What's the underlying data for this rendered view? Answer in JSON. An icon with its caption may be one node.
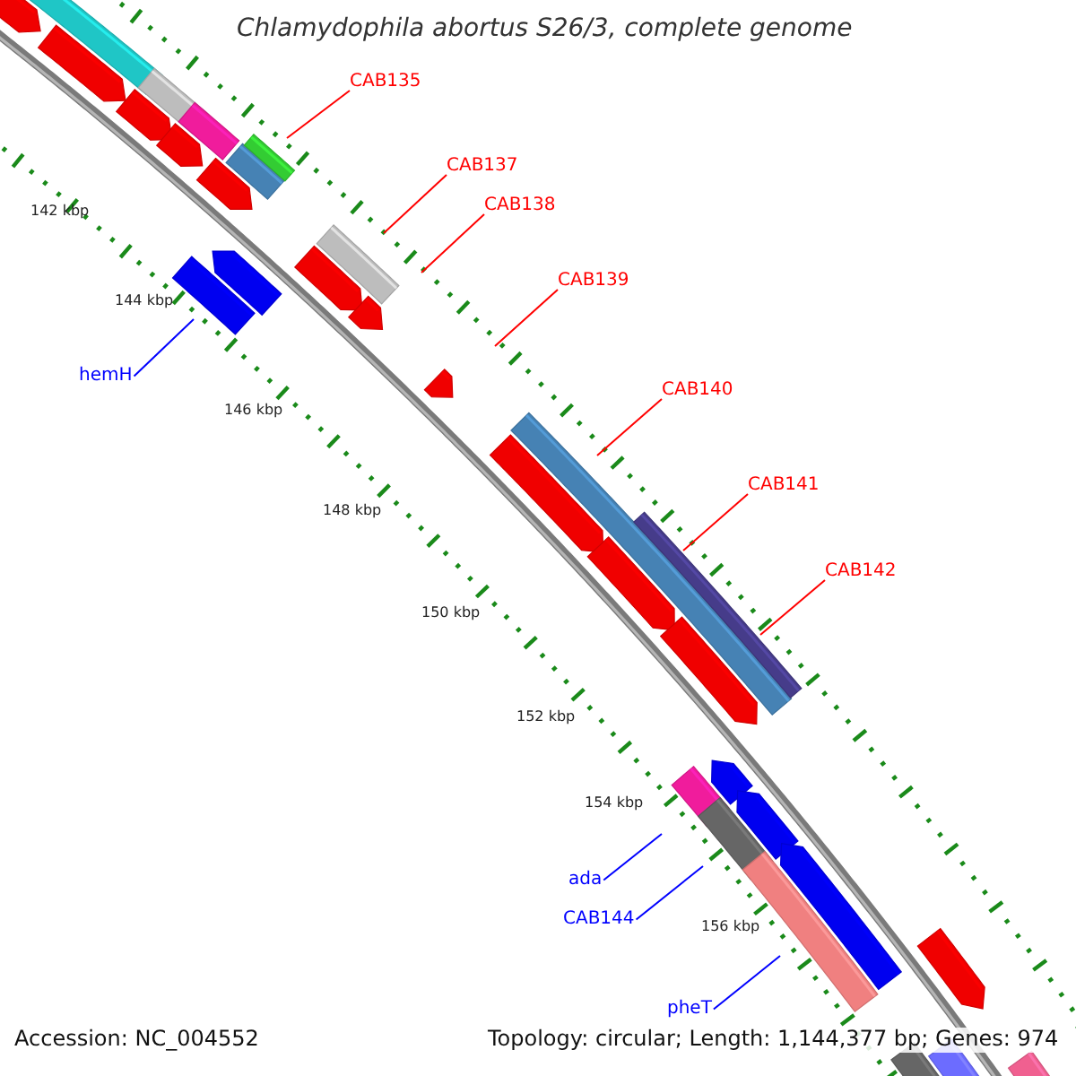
{
  "diagram": {
    "title": "Chlamydophila abortus S26/3, complete genome",
    "nodes": [
      {
        "text": [
          "CAB135"
        ]
      },
      {
        "text": [
          "CAB137"
        ]
      },
      {
        "text": [
          "CAB138"
        ]
      },
      {
        "text": [
          "CAB139"
        ]
      },
      {
        "text": [
          "hemH"
        ]
      },
      {
        "text": [
          "CAB140"
        ]
      },
      {
        "text": [
          "CAB141"
        ]
      },
      {
        "text": [
          "CAB142"
        ]
      },
      {
        "text": [
          "ada"
        ]
      },
      {
        "text": [
          "CAB144"
        ]
      },
      {
        "text": [
          "pheT"
        ]
      }
    ],
    "edges": [
      {
        "from": 0,
        "to": null,
        "arrow": "none"
      },
      {
        "from": 1,
        "to": null,
        "arrow": "none"
      },
      {
        "from": 2,
        "to": null,
        "arrow": "none"
      },
      {
        "from": 3,
        "to": null,
        "arrow": "none"
      },
      {
        "from": 4,
        "to": null,
        "arrow": "none",
        "color": "#0000ff"
      },
      {
        "from": 5,
        "to": null,
        "arrow": "none"
      },
      {
        "from": 6,
        "to": null,
        "arrow": "none"
      },
      {
        "from": 7,
        "to": null,
        "arrow": "none"
      },
      {
        "from": 8,
        "to": null,
        "arrow": "none",
        "color": "#0000ff"
      },
      {
        "from": 9,
        "to": null,
        "arrow": "none",
        "color": "#0000ff"
      },
      {
        "from": 10,
        "to": null,
        "arrow": "none",
        "color": "#0000ff"
      }
    ],
    "labels": [
      "142 kbp",
      "144 kbp",
      "146 kbp",
      "148 kbp",
      "150 kbp",
      "152 kbp",
      "154 kbp",
      "156 kbp",
      "Accession: NC_004552",
      "Topology: circular; Length: 1,144,377 bp; Genes: 974"
    ]
  }
}
